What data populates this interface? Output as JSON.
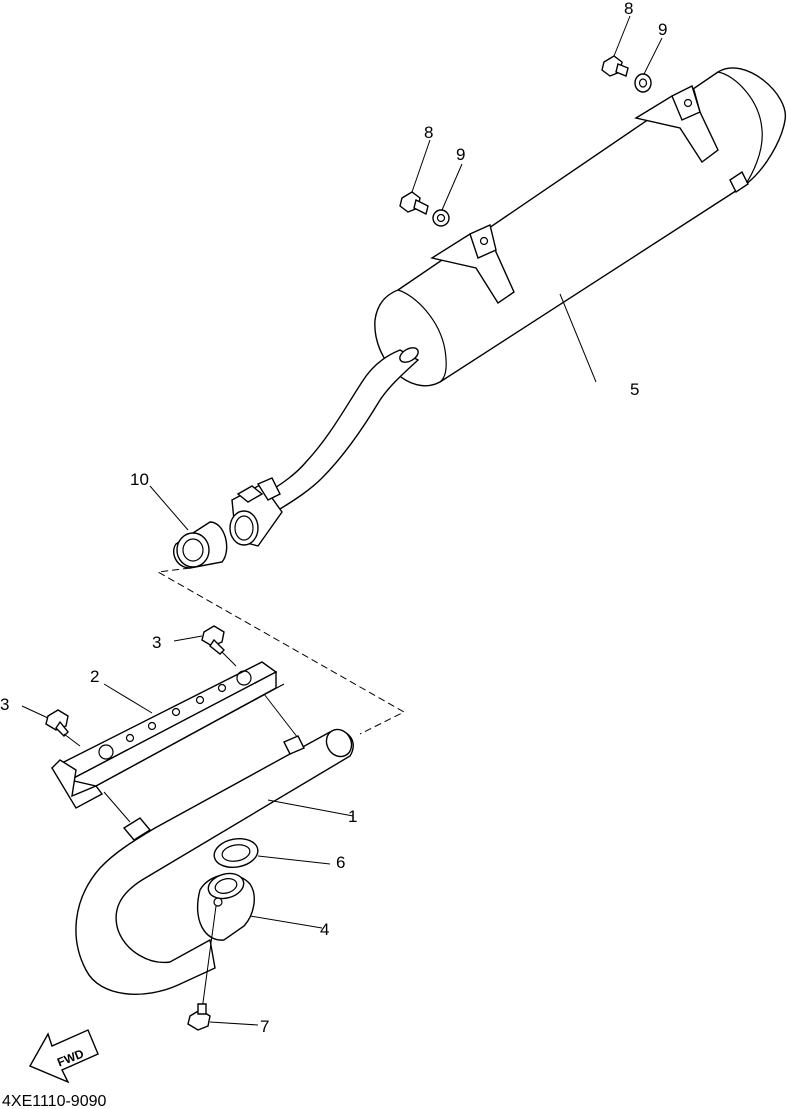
{
  "diagram": {
    "code": "4XE1110-9090",
    "fwd_label": "FWD",
    "callouts": {
      "p1": "1",
      "p2": "2",
      "p3a": "3",
      "p3b": "3",
      "p4": "4",
      "p5": "5",
      "p6": "6",
      "p7": "7",
      "p8a": "8",
      "p8b": "8",
      "p9a": "9",
      "p9b": "9",
      "p10": "10"
    }
  }
}
